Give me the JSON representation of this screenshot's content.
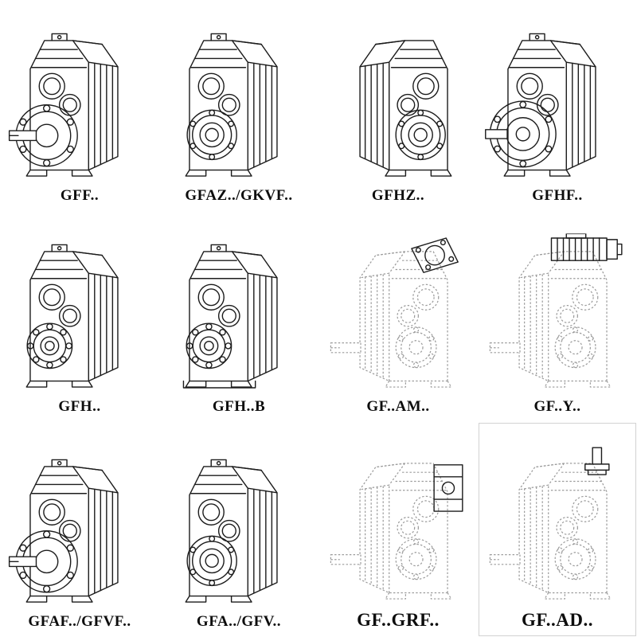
{
  "colors": {
    "background": "#ffffff",
    "line": "#1c1c1c",
    "ghost_line": "#9b9b9b"
  },
  "cells": [
    {
      "label": "GFF..",
      "icon_ref": "#g-flange"
    },
    {
      "label": "GFAZ../GKVF..",
      "icon_ref": "#g-hollow"
    },
    {
      "label": "GFHZ..",
      "icon_ref": "#g-hollow-r"
    },
    {
      "label": "GFHF..",
      "icon_ref": "#g-flange2"
    },
    {
      "label": "GFH..",
      "icon_ref": "#g-foot"
    },
    {
      "label": "GFH..B",
      "icon_ref": "#g-foot-b"
    },
    {
      "label": "GF..AM..",
      "icon_ref": "#g-am"
    },
    {
      "label": "GF..Y..",
      "icon_ref": "#g-y"
    },
    {
      "label": "GFAF../GFVF..",
      "icon_ref": "#g-flange"
    },
    {
      "label": "GFA../GFV..",
      "icon_ref": "#g-hollow"
    },
    {
      "label": "GF..GRF..",
      "icon_ref": "#g-grf"
    },
    {
      "label": "GF..AD..",
      "icon_ref": "#g-ad"
    }
  ]
}
